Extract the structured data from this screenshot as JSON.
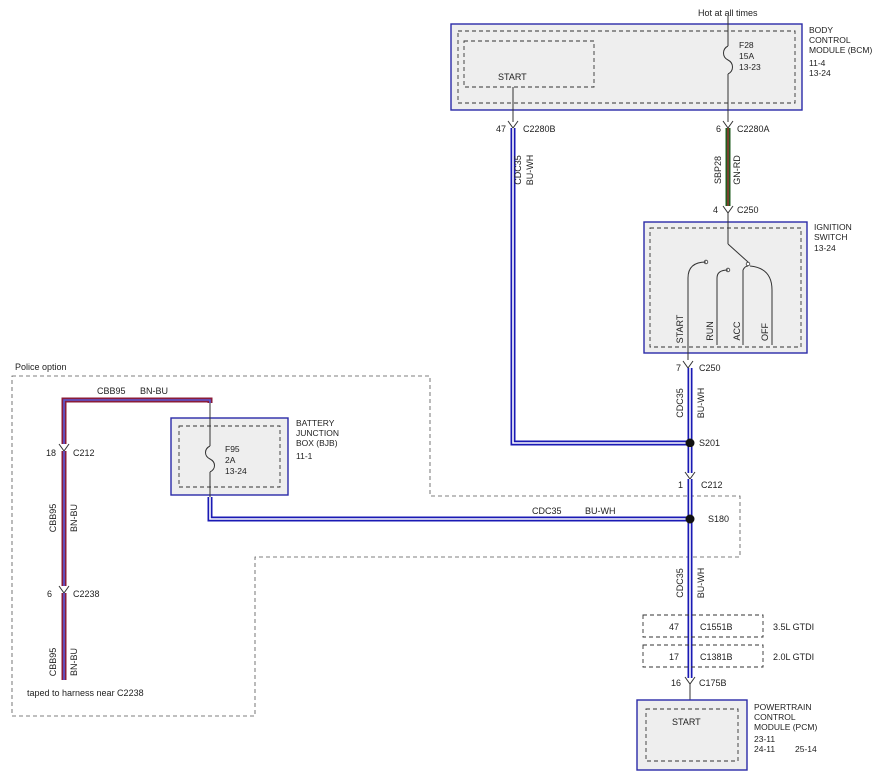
{
  "top_note": "Hot at all times",
  "police_option": "Police option",
  "bcm": {
    "title_lines": [
      "BODY",
      "CONTROL",
      "MODULE (BCM)",
      "11-4",
      "13-24"
    ],
    "start": "START",
    "fuse_lines": [
      "F28",
      "15A",
      "13-23"
    ]
  },
  "bcm_pins": {
    "left_pin": "47",
    "left_conn": "C2280B",
    "right_pin": "6",
    "right_conn": "C2280A"
  },
  "wires": {
    "cdc35": "CDC35",
    "bu_wh": "BU-WH",
    "sbp28": "SBP28",
    "gn_rd": "GN-RD",
    "cbb95": "CBB95",
    "bn_bu": "BN-BU",
    "horizontal_cdc35": "CDC35",
    "horizontal_bu_wh": "BU-WH"
  },
  "ignition": {
    "title_lines": [
      "IGNITION",
      "SWITCH",
      "13-24"
    ],
    "positions": [
      "START",
      "RUN",
      "ACC",
      "OFF"
    ],
    "top_pin": "4",
    "top_conn": "C250",
    "bottom_pin": "7",
    "bottom_conn": "C250"
  },
  "splices": {
    "s201": "S201",
    "s180": "S180"
  },
  "c212_right": {
    "pin": "1",
    "conn": "C212"
  },
  "bjb": {
    "title_lines": [
      "BATTERY",
      "JUNCTION",
      "BOX (BJB)",
      "11-1"
    ],
    "fuse_lines": [
      "F95",
      "2A",
      "13-24"
    ]
  },
  "police": {
    "c212_pin": "18",
    "c212_conn": "C212",
    "c2238_pin": "6",
    "c2238_conn": "C2238",
    "taped_note": "taped to harness near C2238"
  },
  "variants": [
    {
      "pin": "47",
      "conn": "C1551B",
      "label": "3.5L GTDI"
    },
    {
      "pin": "17",
      "conn": "C1381B",
      "label": "2.0L GTDI"
    }
  ],
  "pcm": {
    "pin": "16",
    "conn": "C175B",
    "start": "START",
    "title_lines": [
      "POWERTRAIN",
      "CONTROL",
      "MODULE (PCM)",
      "23-11"
    ],
    "refs": [
      "24-11",
      "25-14"
    ]
  }
}
